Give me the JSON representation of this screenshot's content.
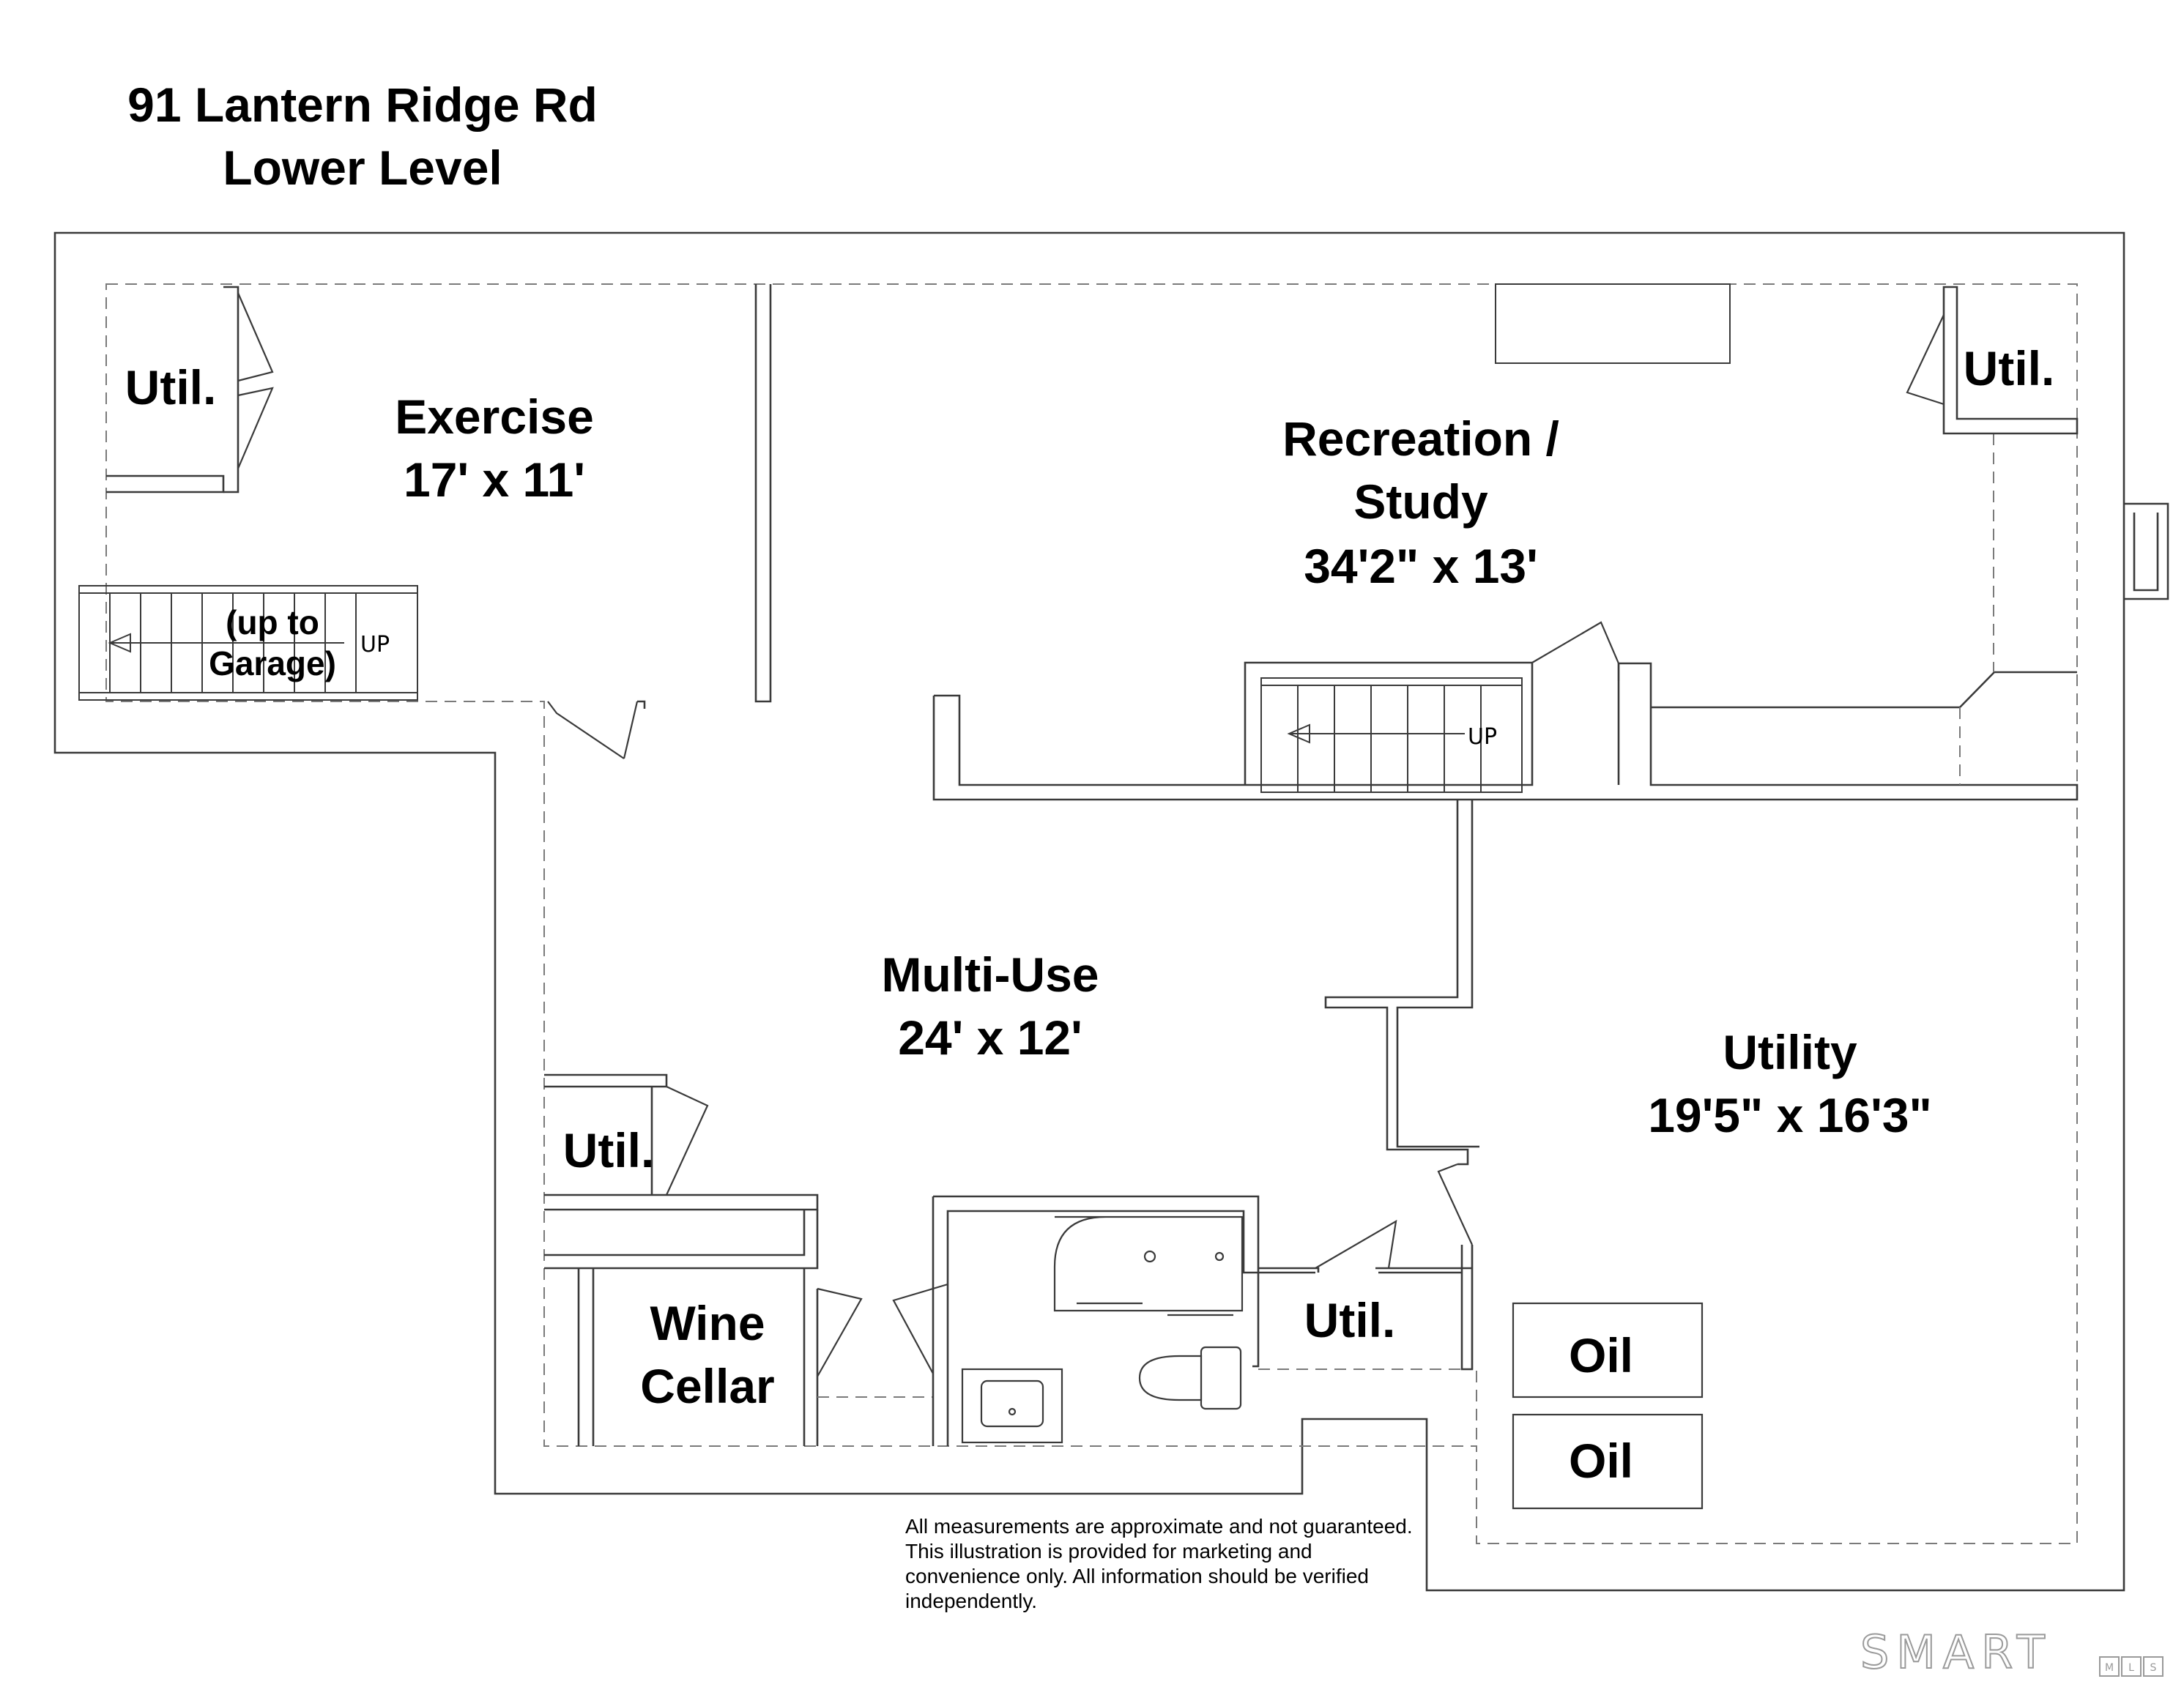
{
  "title": {
    "line1": "91 Lantern Ridge Rd",
    "line2": "Lower Level"
  },
  "rooms": {
    "exercise": {
      "name": "Exercise",
      "size": "17' x 11'"
    },
    "recreation": {
      "name_line1": "Recreation /",
      "name_line2": "Study",
      "size": "34'2\" x 13'"
    },
    "multi_use": {
      "name": "Multi-Use",
      "size": "24' x 12'"
    },
    "utility": {
      "name": "Utility",
      "size": "19'5\" x 16'3\""
    },
    "wine_cellar": {
      "name_line1": "Wine",
      "name_line2": "Cellar"
    },
    "util_labels": [
      "Util.",
      "Util.",
      "Util.",
      "Util."
    ],
    "oil_labels": [
      "Oil",
      "Oil"
    ]
  },
  "stairs": {
    "garage_note_line1": "(up to",
    "garage_note_line2": "Garage)",
    "up_label": "UP"
  },
  "disclaimer": "All measurements are approximate and not guaranteed. This illustration is provided for marketing and convenience only. All information should be verified independently.",
  "logo": {
    "word": "SMART",
    "letters": [
      "M",
      "L",
      "S"
    ]
  },
  "colors": {
    "wall": "#3a3a3a",
    "dashed_line": "#7a7a7a",
    "logo": "#9a9a9a"
  }
}
